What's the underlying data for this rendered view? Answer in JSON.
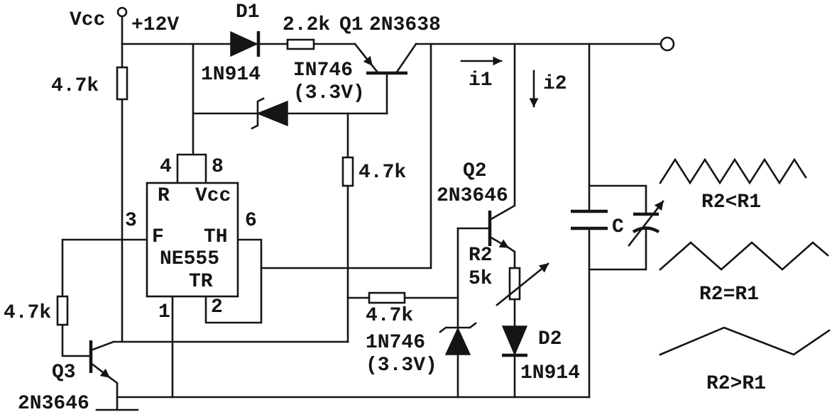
{
  "power": {
    "label": "Vcc",
    "voltage": "+12V"
  },
  "d1": {
    "name": "D1",
    "part": "1N914"
  },
  "r_series": {
    "value": "2.2k"
  },
  "q1": {
    "name": "Q1",
    "part": "2N3638"
  },
  "zener_top": {
    "part": "IN746",
    "voltage": "(3.3V)"
  },
  "r_pullup_left": {
    "value": "4.7k"
  },
  "r_base_divider": {
    "value": "4.7k"
  },
  "r_q3_base": {
    "value": "4.7k"
  },
  "r_zener_feed": {
    "value": "4.7k"
  },
  "ne555": {
    "part": "NE555",
    "pin_numbers": {
      "reset": "4",
      "vcc": "8",
      "output": "3",
      "threshold": "6",
      "ground": "1",
      "trigger": "2"
    },
    "pin_names": {
      "reset": "R",
      "vcc": "Vcc",
      "output": "F",
      "threshold": "TH",
      "trigger": "TR"
    }
  },
  "currents": {
    "i1": "i1",
    "i2": "i2"
  },
  "q2": {
    "name": "Q2",
    "part": "2N3646"
  },
  "r2": {
    "name": "R2",
    "value": "5k"
  },
  "capacitor": {
    "name": "C"
  },
  "zener_bottom": {
    "part": "1N746",
    "voltage": "(3.3V)"
  },
  "d2": {
    "name": "D2",
    "part": "1N914"
  },
  "q3": {
    "name": "Q3",
    "part": "2N3646"
  },
  "waveforms": [
    {
      "label": "R2<R1"
    },
    {
      "label": "R2=R1"
    },
    {
      "label": "R2>R1"
    }
  ],
  "colors": {
    "ink": "#151515",
    "background": "#ffffff"
  }
}
